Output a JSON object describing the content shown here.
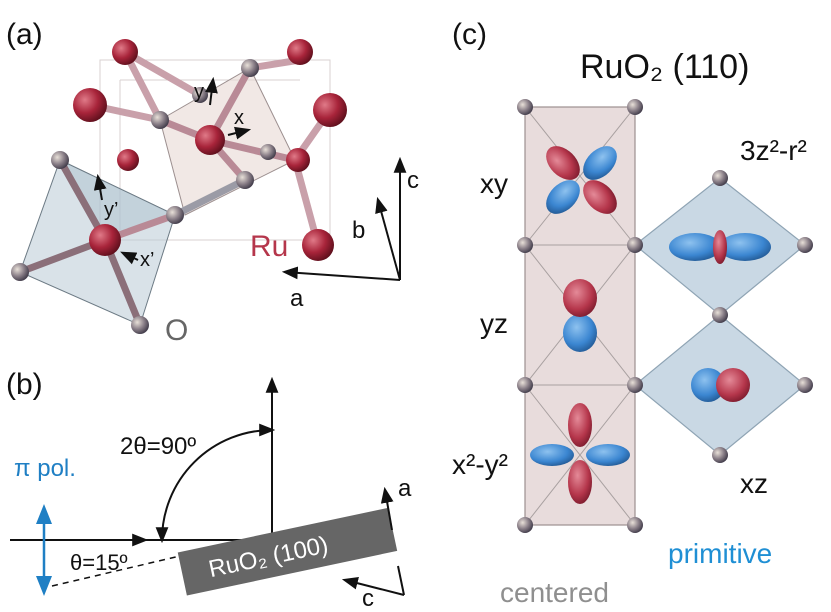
{
  "panels": {
    "a": {
      "label": "(a)",
      "ru_label": "Ru",
      "o_label": "O",
      "axis_a": "a",
      "axis_b": "b",
      "axis_c": "c",
      "local_x": "x",
      "local_y": "y",
      "local_x_prime": "x’",
      "local_y_prime": "y’"
    },
    "b": {
      "label": "(b)",
      "two_theta": "2θ=90º",
      "theta": "θ=15º",
      "pi_pol": "π pol.",
      "sample": "RuO₂ (100)",
      "axis_a": "a",
      "axis_c": "c"
    },
    "c": {
      "label": "(c)",
      "title": "RuO₂ (110)",
      "orb_xy": "xy",
      "orb_yz": "yz",
      "orb_x2y2": "x²-y²",
      "orb_3z2r2": "3z²-r²",
      "orb_xz": "xz",
      "primitive": "primitive",
      "centered": "centered"
    }
  },
  "colors": {
    "ru": "#b02a3e",
    "o": "#8a8a96",
    "orbital_red": "#b5364b",
    "orbital_blue": "#3b86d1",
    "centered_fill": "#e8dcdc",
    "primitive_fill": "#c9d8e4",
    "accent_blue": "#1f8fd4",
    "label_gray": "#8f8f8f",
    "ru_text": "#b5364b",
    "sample_gray": "#666666"
  }
}
